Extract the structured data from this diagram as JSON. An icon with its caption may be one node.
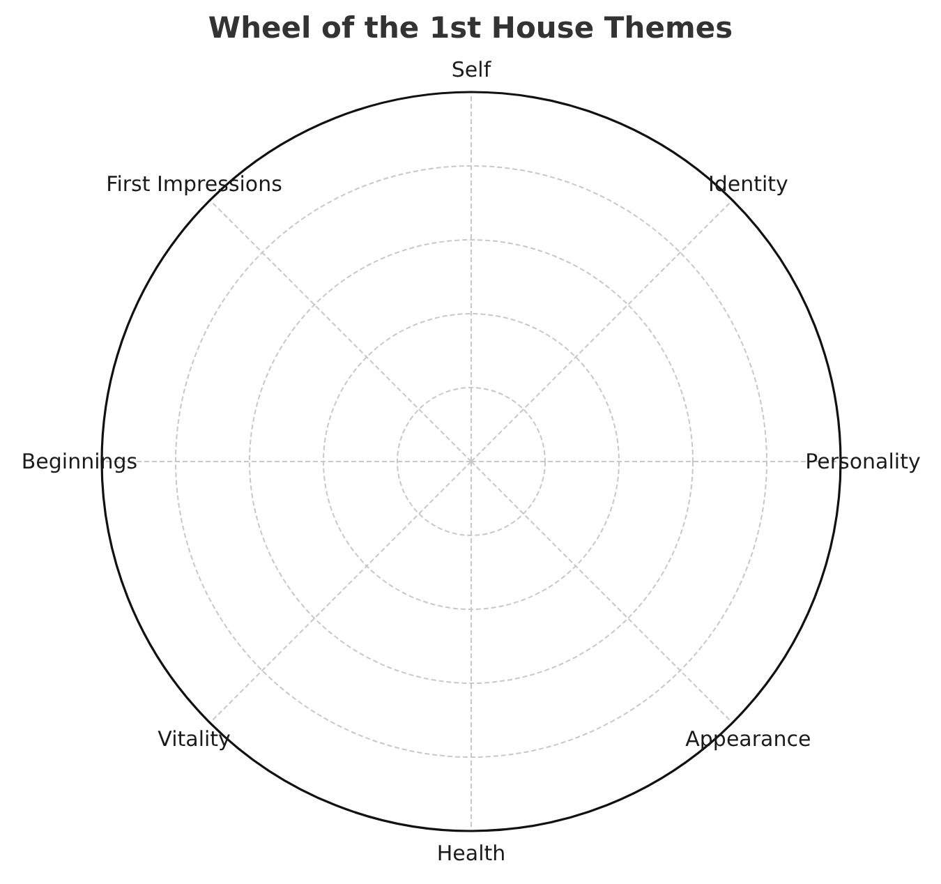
{
  "diagram": {
    "title": "Wheel of the 1st House Themes",
    "labels": [
      "Self",
      "First Impressions",
      "Identity",
      "Beginnings",
      "Personality",
      "Vitality",
      "Appearance",
      "Health"
    ]
  }
}
